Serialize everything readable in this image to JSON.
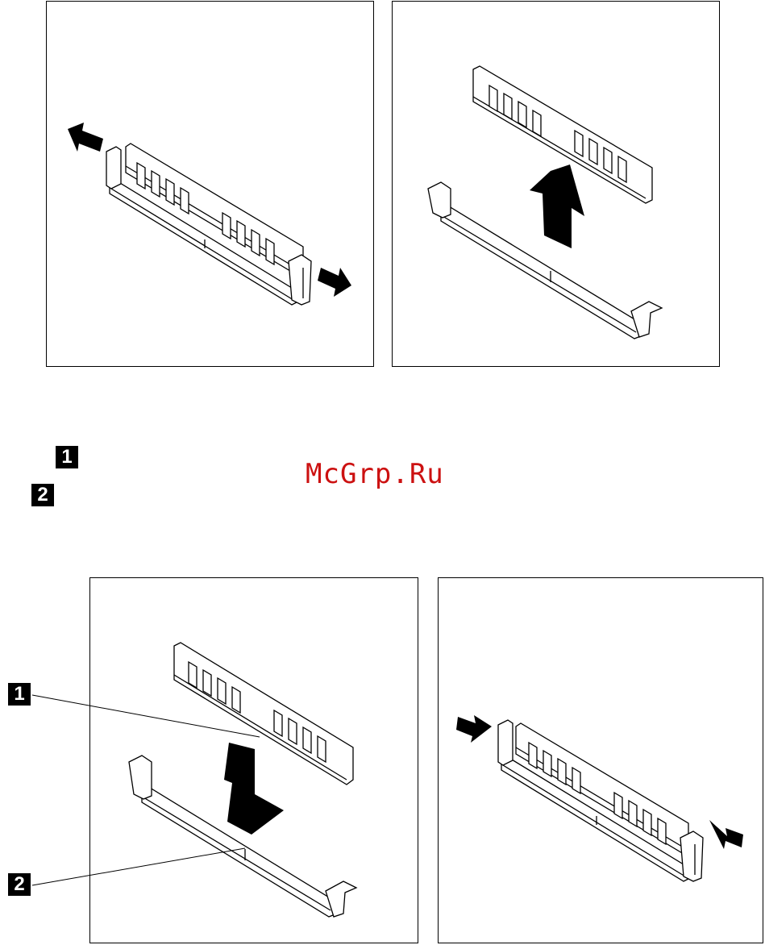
{
  "legend": {
    "item1": "1",
    "item2": "2"
  },
  "watermark": "McGrp.Ru",
  "callouts": {
    "notch": "1",
    "key": "2"
  },
  "figures": [
    {
      "name": "open-retaining-clips"
    },
    {
      "name": "remove-memory-module"
    },
    {
      "name": "align-and-insert-module"
    },
    {
      "name": "press-module-down"
    }
  ],
  "colors": {
    "ink": "#000000",
    "watermark": "#cc1111"
  }
}
